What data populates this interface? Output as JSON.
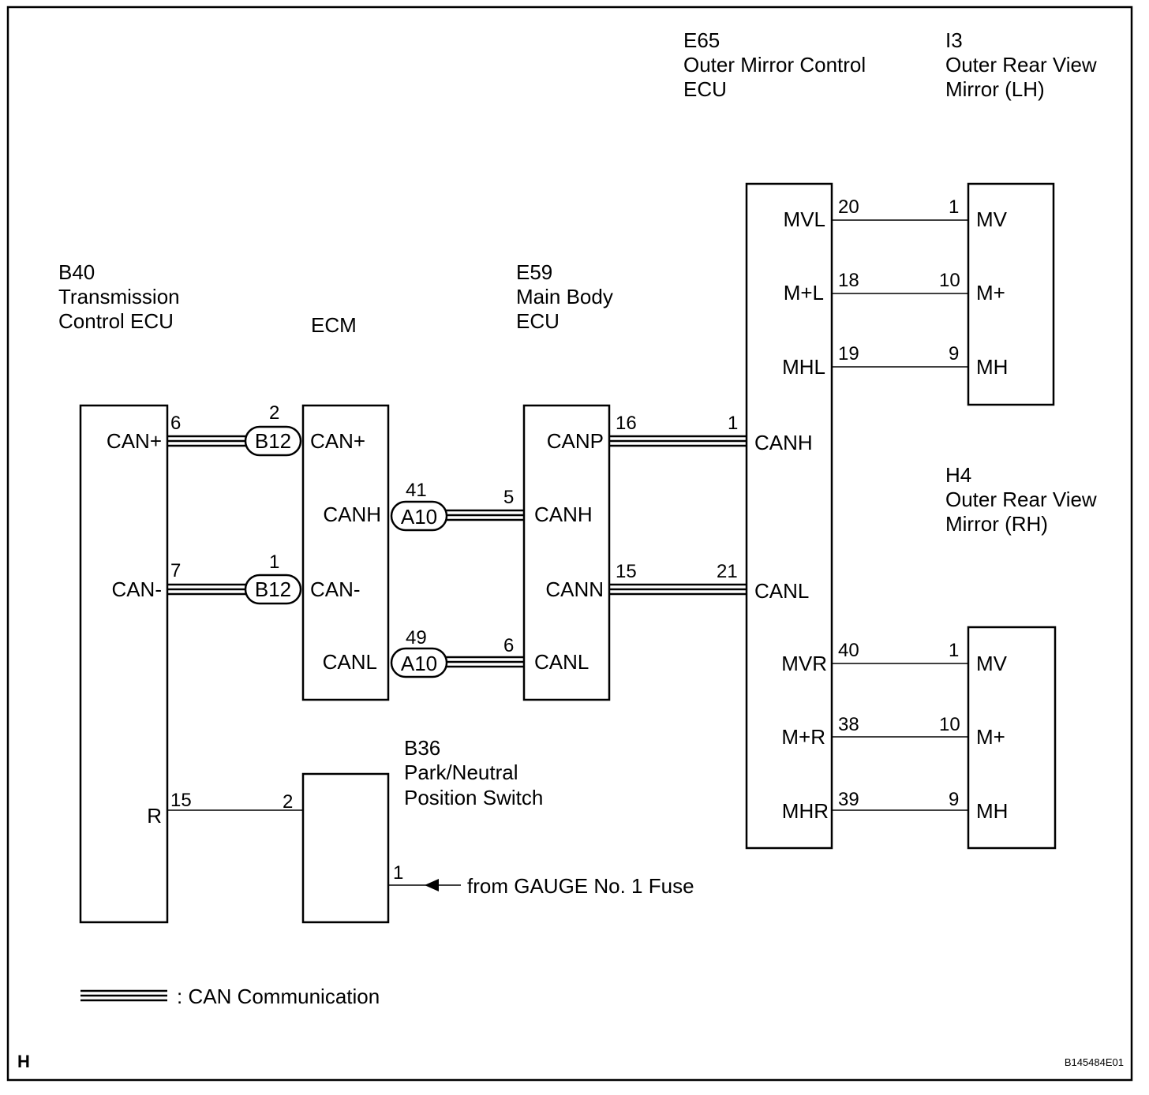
{
  "components": {
    "b40": {
      "code": "B40",
      "name1": "Transmission",
      "name2": "Control ECU",
      "pin_can_plus": "CAN+",
      "pin_can_minus": "CAN-",
      "pin_r": "R"
    },
    "ecm": {
      "name": "ECM",
      "pin_can_plus": "CAN+",
      "pin_canh": "CANH",
      "pin_can_minus": "CAN-",
      "pin_canl": "CANL"
    },
    "e59": {
      "code": "E59",
      "name1": "Main Body",
      "name2": "ECU",
      "pin_canp": "CANP",
      "pin_canh": "CANH",
      "pin_cann": "CANN",
      "pin_canl": "CANL"
    },
    "e65": {
      "code": "E65",
      "name1": "Outer Mirror Control",
      "name2": "ECU",
      "pin_mvl": "MVL",
      "pin_mpl": "M+L",
      "pin_mhl": "MHL",
      "pin_canh": "CANH",
      "pin_canl": "CANL",
      "pin_mvr": "MVR",
      "pin_mpr": "M+R",
      "pin_mhr": "MHR"
    },
    "i3": {
      "code": "I3",
      "name1": "Outer Rear View",
      "name2": "Mirror (LH)",
      "pin_mv": "MV",
      "pin_mp": "M+",
      "pin_mh": "MH"
    },
    "h4": {
      "code": "H4",
      "name1": "Outer Rear View",
      "name2": "Mirror (RH)",
      "pin_mv": "MV",
      "pin_mp": "M+",
      "pin_mh": "MH"
    },
    "b36": {
      "code": "B36",
      "name1": "Park/Neutral",
      "name2": "Position Switch"
    }
  },
  "connectors": {
    "b12": "B12",
    "a10": "A10"
  },
  "pins": {
    "b40_6": "6",
    "b40_7": "7",
    "b40_15": "15",
    "b12_2": "2",
    "b12_1": "1",
    "a10_41": "41",
    "a10_49": "49",
    "e59_5": "5",
    "e59_6": "6",
    "e59_16": "16",
    "e59_15": "15",
    "e65_1": "1",
    "e65_21": "21",
    "e65_20": "20",
    "e65_18": "18",
    "e65_19": "19",
    "i3_1": "1",
    "i3_10": "10",
    "i3_9": "9",
    "e65_40": "40",
    "e65_38": "38",
    "e65_39": "39",
    "h4_1": "1",
    "h4_10": "10",
    "h4_9": "9",
    "b36_2": "2",
    "b36_1": "1"
  },
  "fuse_note": "from GAUGE No. 1 Fuse",
  "legend": {
    "label": ": CAN Communication"
  },
  "corner_letter": "H",
  "figure_id": "B145484E01"
}
